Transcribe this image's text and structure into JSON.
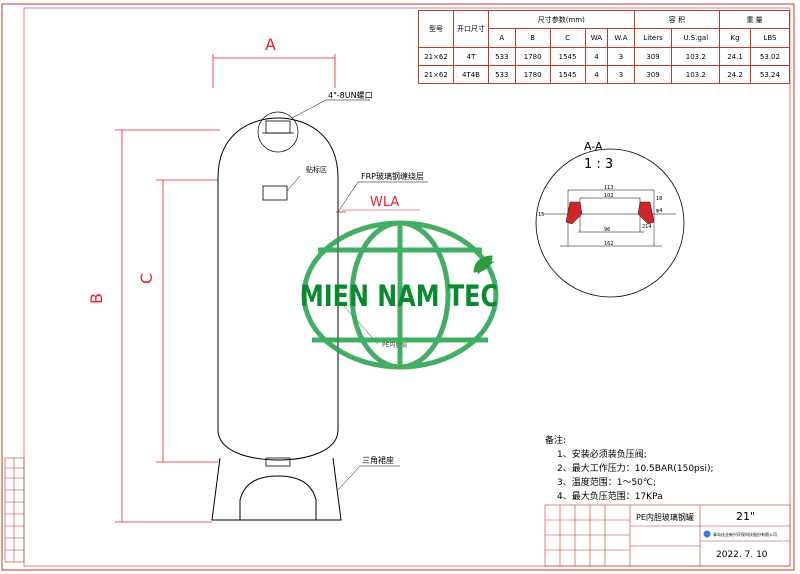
{
  "drawing": {
    "dim_a": "A",
    "dim_b": "B",
    "dim_c": "C",
    "dim_wla": "WLA",
    "port_label": "4\"-8UN螺口",
    "label_plate": "贴标区",
    "frp_layer": "FRP玻璃钢缠绕层",
    "pe_liner": "PE内胆层",
    "base_label": "三角裙座",
    "section_title": "A-A",
    "section_scale": "1 : 3",
    "section_dims": [
      "113",
      "102",
      "96",
      "162",
      "15",
      "214",
      "φ4",
      "18"
    ]
  },
  "spec_table": {
    "headers": {
      "model": "型号",
      "opening": "开口尺寸",
      "size_params": "尺寸参数(mm)",
      "volume": "容 积",
      "weight": "重 量"
    },
    "subheaders": [
      "A",
      "B",
      "C",
      "WA",
      "W.A",
      "Liters",
      "U.S.gal",
      "Kg",
      "LBS"
    ],
    "rows": [
      [
        "21×62",
        "4T",
        "533",
        "1780",
        "1545",
        "4",
        "3",
        "309",
        "103.2",
        "24.1",
        "53.02"
      ],
      [
        "21×62",
        "4T4B",
        "533",
        "1780",
        "1545",
        "4",
        "3",
        "309",
        "103.2",
        "24.2",
        "53.24"
      ]
    ]
  },
  "notes": {
    "title": "备注:",
    "items": [
      "1、安装必须装负压阀;",
      "2、最大工作压力：10.5BAR(150psi);",
      "3、温度范围：1～50℃;",
      "4、最大负压范围：17KPa"
    ]
  },
  "title_block": {
    "product": "PE内胆玻璃钢罐",
    "size": "21\"",
    "company": "青岛佳业新兴环保科技股份有限公司",
    "date": "2022. 7. 10"
  },
  "watermark": {
    "text": "MIEN NAM TEC"
  },
  "colors": {
    "border": "#c0392b",
    "dimension": "#e8202a",
    "watermark_text": "#0a8a2e",
    "watermark_globe": "#22a04a"
  }
}
